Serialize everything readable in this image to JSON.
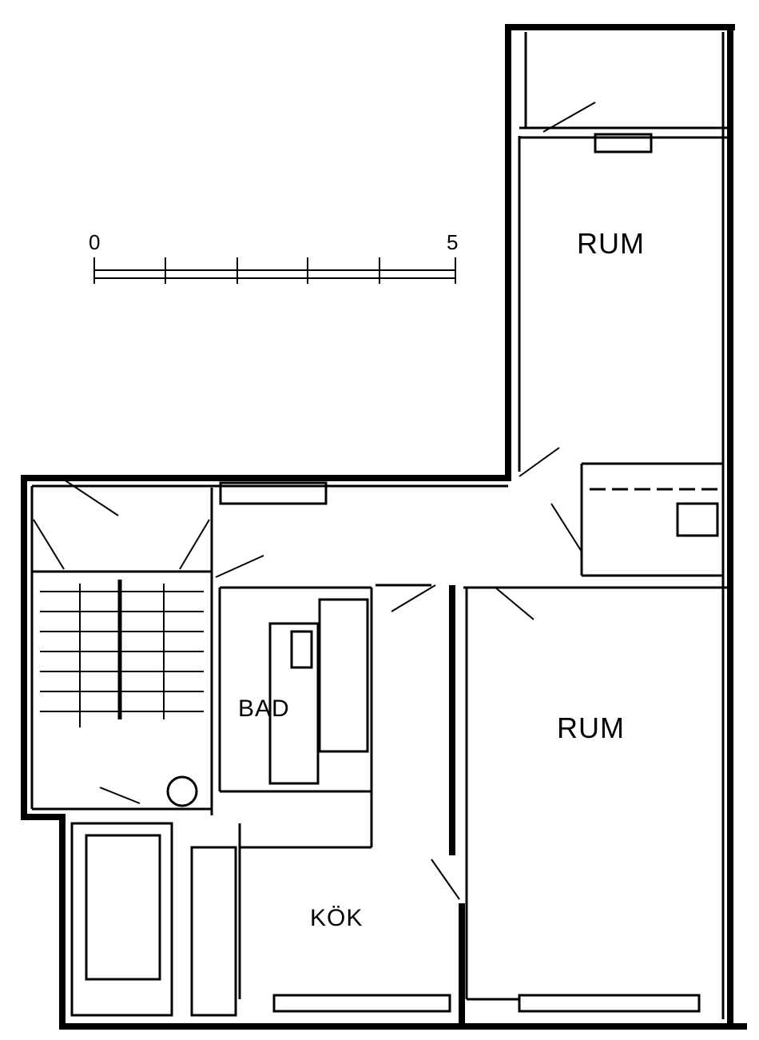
{
  "scale_bar": {
    "start_label": "0",
    "end_label": "5"
  },
  "rooms": [
    {
      "label": "RUM"
    },
    {
      "label": "RUM"
    },
    {
      "label": "BAD"
    },
    {
      "label": "KÖK"
    }
  ],
  "colors": {
    "ink": "#000000",
    "paper": "#ffffff"
  }
}
